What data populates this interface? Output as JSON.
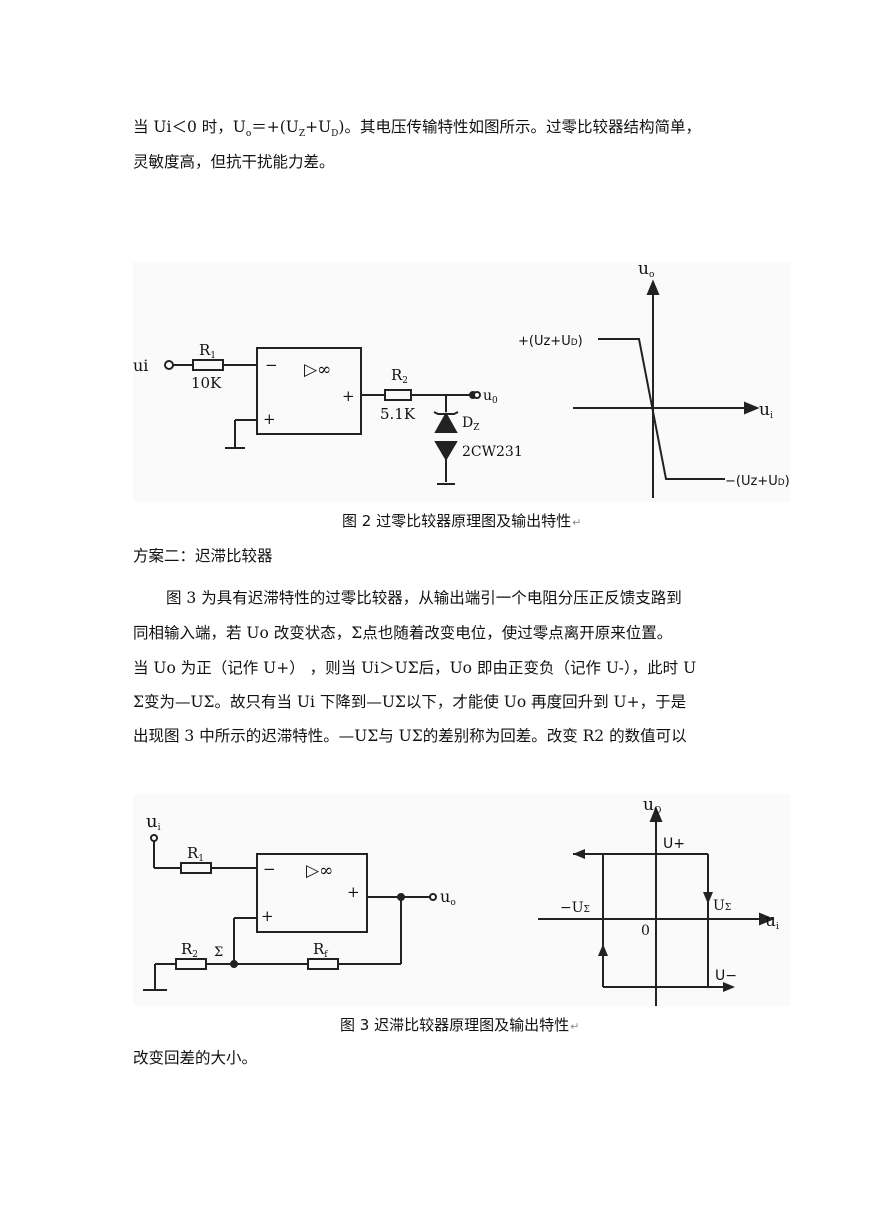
{
  "paragraph1": {
    "line1_before_o": "当 Ui＜0 时，U",
    "line1_o_sub": "o",
    "line1_mid1": "＝+(U",
    "line1_z_sub": "Z",
    "line1_mid2": "+U",
    "line1_d_sub": "D",
    "line1_after": ")。其电压传输特性如图所示。过零比较器结构简单，",
    "line2": "灵敏度高，但抗干扰能力差。"
  },
  "figure2": {
    "input_label": "ui",
    "r1_label": "R",
    "r1_sub": "1",
    "r1_value": "10K",
    "opamp_symbol": "▷∞",
    "minus": "−",
    "plus": "+",
    "out_plus": "+",
    "r2_label": "R",
    "r2_sub": "2",
    "r2_value": "5.1K",
    "output_label": "u",
    "output_sub": "0",
    "dz_label": "D",
    "dz_sub": "Z",
    "dz_part": "2CW231",
    "graph_y_label": "u",
    "graph_y_sub": "o",
    "graph_x_label": "u",
    "graph_x_sub": "i",
    "high_level": "+(Uz+U",
    "high_level_sub": "D",
    "high_level_end": ")",
    "low_level": "−(Uz+U",
    "low_level_sub": "D",
    "low_level_end": ")",
    "caption": "图 2 过零比较器原理图及输出特性"
  },
  "section_heading": "方案二：迟滞比较器",
  "paragraph2": {
    "lines": [
      "图 3 为具有迟滞特性的过零比较器，从输出端引一个电阻分压正反馈支路到",
      "同相输入端，若 Uo 改变状态，Σ点也随着改变电位，使过零点离开原来位置。",
      "当 Uo 为正（记作 U+）  ，则当 Ui＞UΣ后，Uo 即由正变负（记作 U-），此时 U",
      "Σ变为—UΣ。故只有当 Ui 下降到—UΣ以下，才能使 Uo 再度回升到 U+，于是",
      "出现图 3 中所示的迟滞特性。—UΣ与 UΣ的差别称为回差。改变 R2 的数值可以"
    ]
  },
  "figure3": {
    "input_label": "u",
    "input_sub": "i",
    "r1_label": "R",
    "r1_sub": "1",
    "opamp_symbol": "▷∞",
    "minus": "−",
    "plus": "+",
    "out_plus": "+",
    "output_label": "u",
    "output_sub": "o",
    "r2_label": "R",
    "r2_sub": "2",
    "sigma": "Σ",
    "rf_label": "R",
    "rf_sub": "f",
    "graph_y_label": "u",
    "graph_y_sub": "O",
    "graph_x_label": "u",
    "graph_x_sub": "i",
    "u_plus": "U+",
    "u_minus": "U−",
    "neg_u_sigma": "−U",
    "neg_u_sigma_sub": "Σ",
    "u_sigma": "U",
    "u_sigma_sub": "Σ",
    "origin": "0",
    "caption": "图 3 迟滞比较器原理图及输出特性"
  },
  "closing_line": "改变回差的大小。",
  "caption_mark": "↵"
}
